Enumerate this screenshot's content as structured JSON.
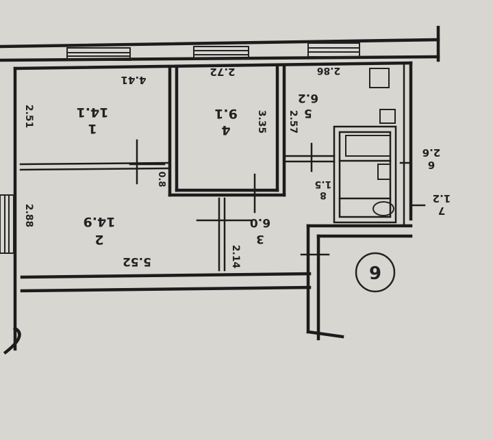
{
  "plan": {
    "unit_number": "6",
    "rooms": [
      {
        "id": "room-1",
        "number": "1",
        "area": "14.1"
      },
      {
        "id": "room-2",
        "number": "2",
        "area": "14.9"
      },
      {
        "id": "room-3",
        "number": "3",
        "area": "6.0"
      },
      {
        "id": "room-4",
        "number": "4",
        "area": "9.1"
      },
      {
        "id": "room-5",
        "number": "5",
        "area": "6.2"
      },
      {
        "id": "room-6",
        "number": "6",
        "area": "2.6"
      },
      {
        "id": "room-7",
        "number": "7",
        "area": "1.2"
      },
      {
        "id": "room-8",
        "number": "8",
        "area": "1.5"
      }
    ],
    "dimensions": [
      "4.41",
      "2.72",
      "2.86",
      "2.51",
      "3.35",
      "2.57",
      "2.88",
      "5.52",
      "2.14",
      "0.8"
    ]
  }
}
